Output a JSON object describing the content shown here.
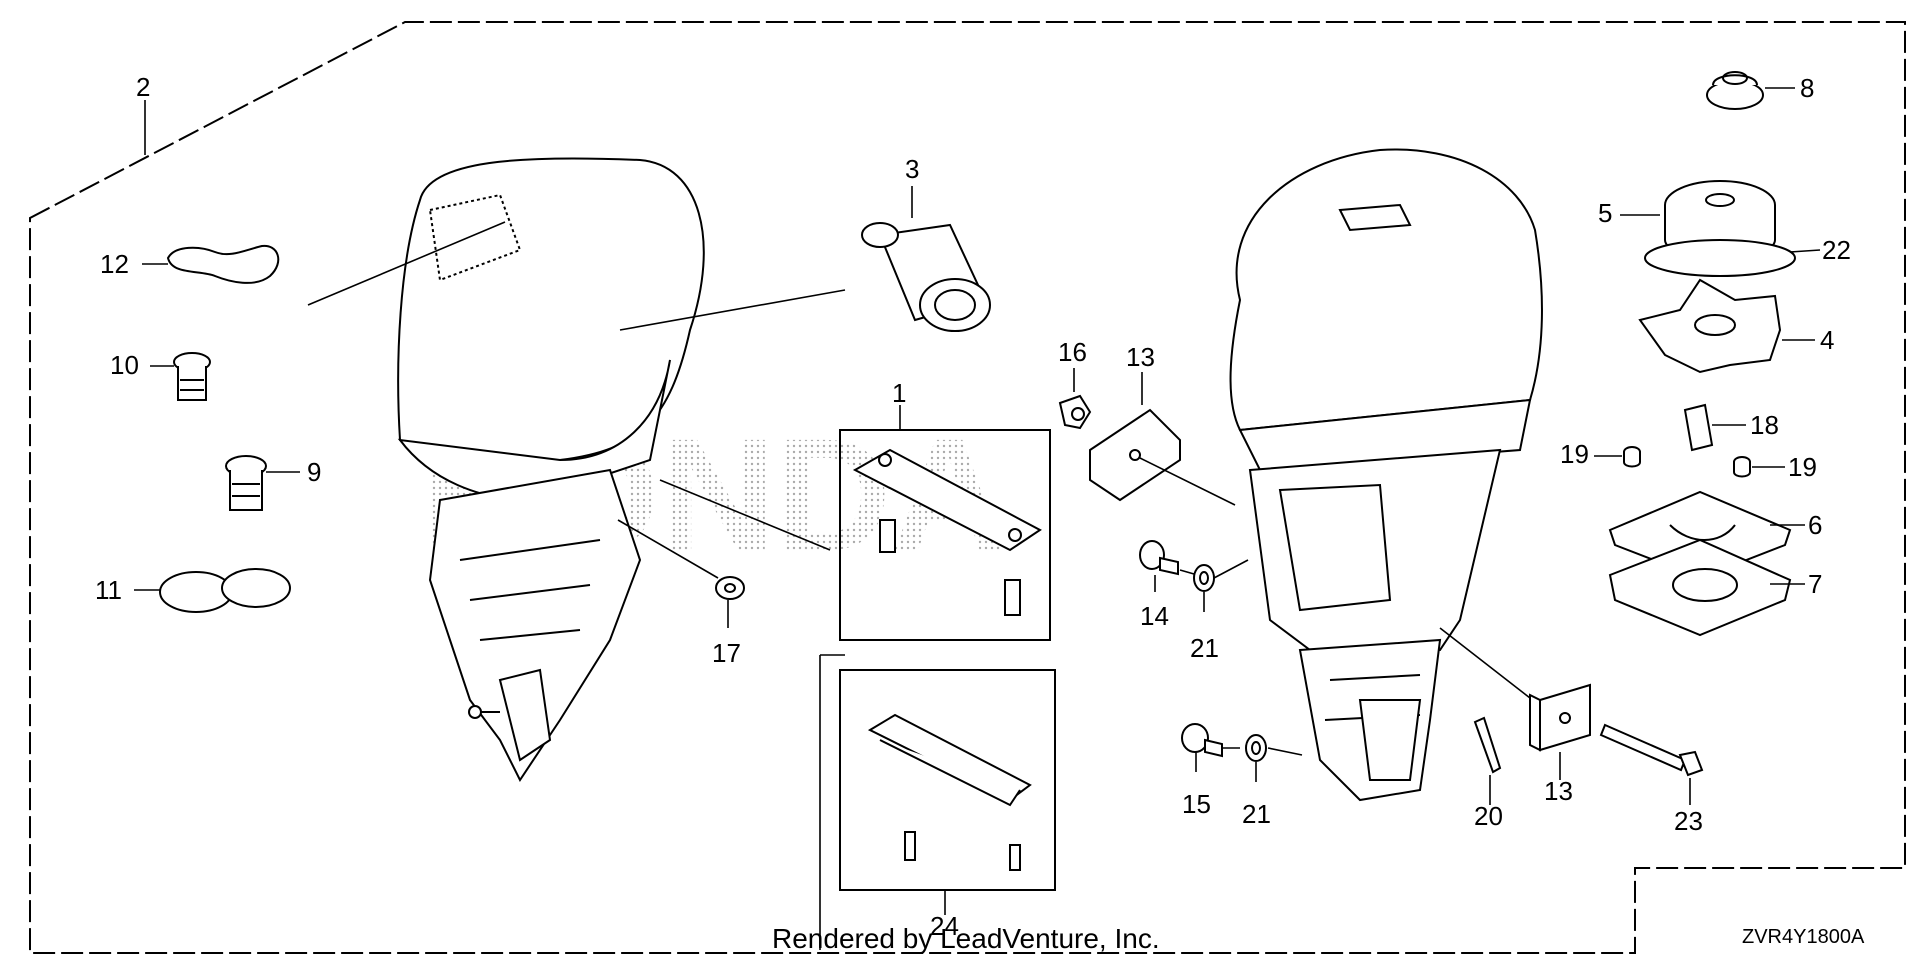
{
  "diagram": {
    "code": "ZVR4Y1800A",
    "credit": "Rendered by LeadVenture, Inc.",
    "watermark": "HONDA",
    "callouts": {
      "c1": "1",
      "c2": "2",
      "c3": "3",
      "c4": "4",
      "c5": "5",
      "c6": "6",
      "c7": "7",
      "c8": "8",
      "c9": "9",
      "c10": "10",
      "c11": "11",
      "c12": "12",
      "c13a": "13",
      "c13b": "13",
      "c14": "14",
      "c15": "15",
      "c16": "16",
      "c17": "17",
      "c18": "18",
      "c19a": "19",
      "c19b": "19",
      "c20": "20",
      "c21a": "21",
      "c21b": "21",
      "c22": "22",
      "c23": "23",
      "c24": "24"
    }
  }
}
